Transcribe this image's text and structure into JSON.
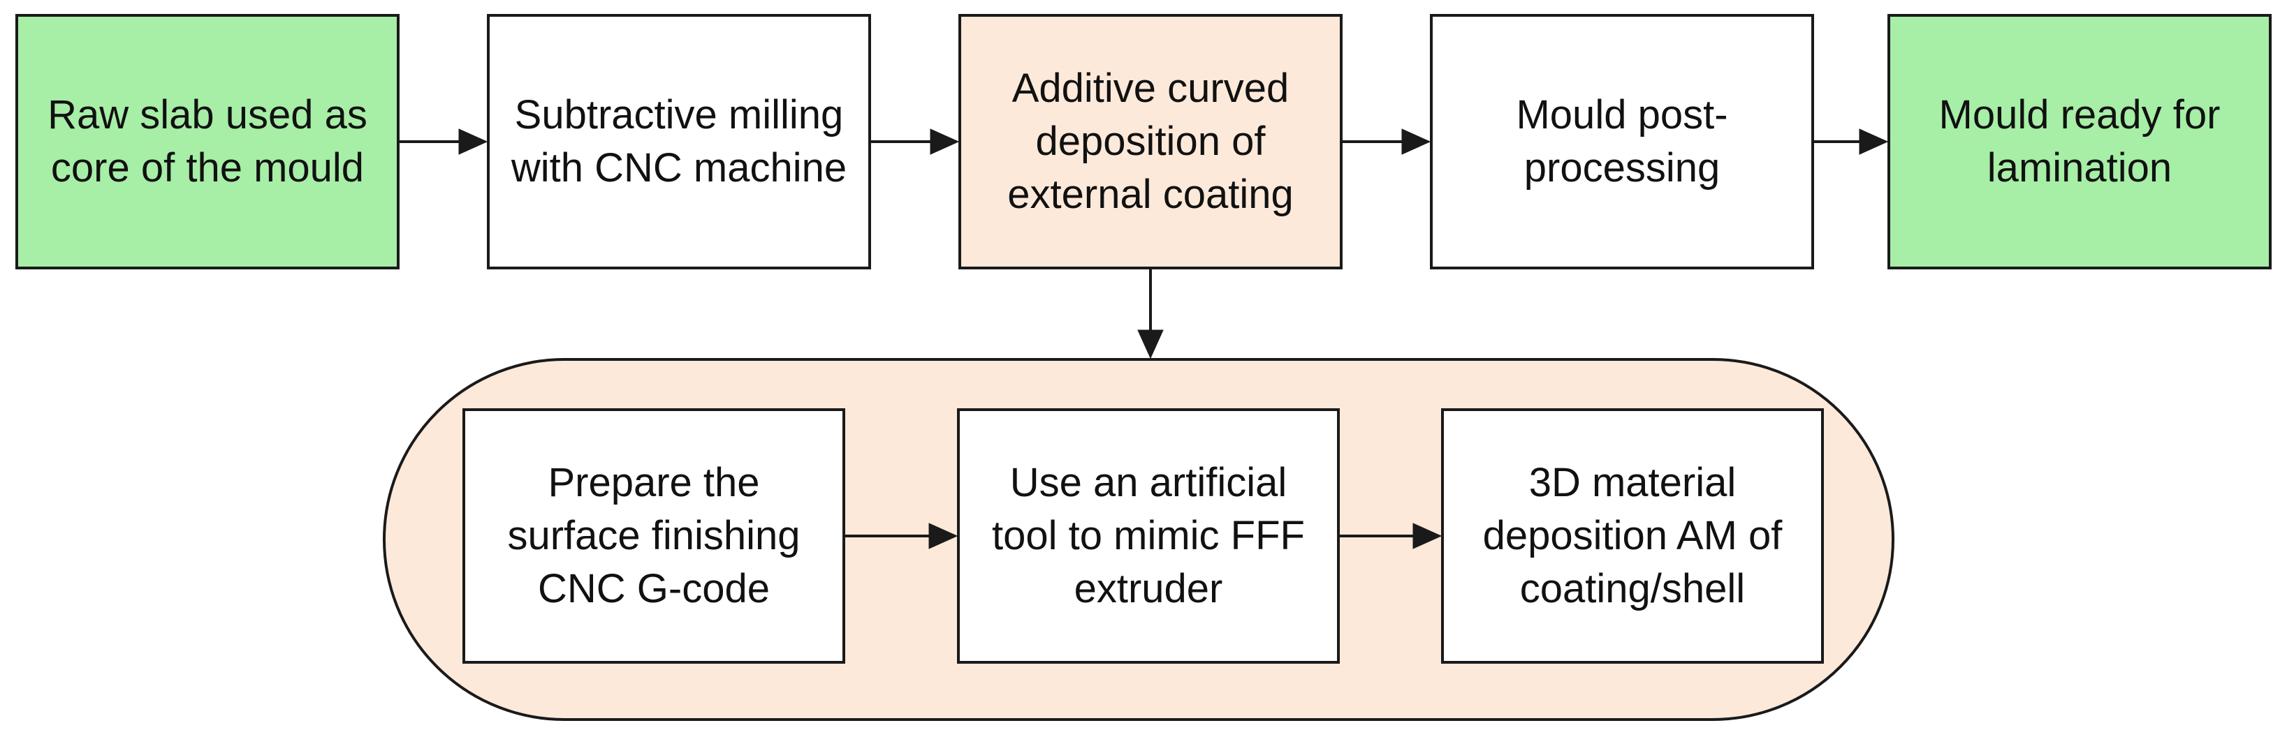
{
  "colors": {
    "terminal_fill": "#a7eea7",
    "highlight_fill": "#fde9da",
    "process_fill": "#ffffff",
    "stroke": "#1a1a1a"
  },
  "top_row": [
    {
      "id": "raw-slab",
      "label": "Raw slab used as\ncore of the mould",
      "style": "terminal"
    },
    {
      "id": "subtractive-milling",
      "label": "Subtractive milling\nwith CNC machine",
      "style": "process"
    },
    {
      "id": "additive-deposition",
      "label": "Additive curved\ndeposition of\nexternal coating",
      "style": "highlight"
    },
    {
      "id": "post-processing",
      "label": "Mould post-\nprocessing",
      "style": "process"
    },
    {
      "id": "mould-ready",
      "label": "Mould ready for\nlamination",
      "style": "terminal"
    }
  ],
  "sub_process": {
    "container_style": "highlight",
    "steps": [
      {
        "id": "prepare-gcode",
        "label": "Prepare the\nsurface finishing\nCNC G-code"
      },
      {
        "id": "artificial-tool",
        "label": "Use an artificial\ntool to mimic FFF\nextruder"
      },
      {
        "id": "material-deposition",
        "label": "3D material\ndeposition AM of\ncoating/shell"
      }
    ]
  },
  "edges": [
    {
      "from": "raw-slab",
      "to": "subtractive-milling"
    },
    {
      "from": "subtractive-milling",
      "to": "additive-deposition"
    },
    {
      "from": "additive-deposition",
      "to": "post-processing"
    },
    {
      "from": "post-processing",
      "to": "mould-ready"
    },
    {
      "from": "additive-deposition",
      "to": "sub-process"
    },
    {
      "from": "prepare-gcode",
      "to": "artificial-tool"
    },
    {
      "from": "artificial-tool",
      "to": "material-deposition"
    }
  ]
}
